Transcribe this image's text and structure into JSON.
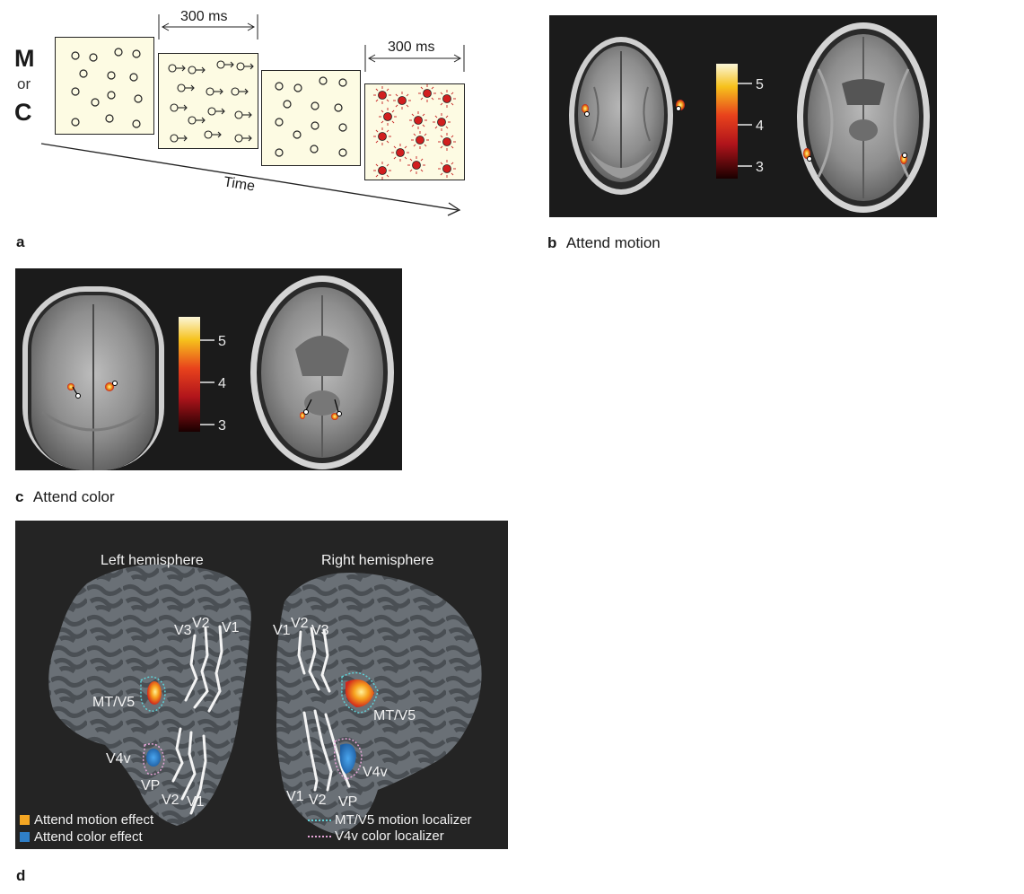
{
  "panel_a": {
    "letter": "a",
    "cond_m": "M",
    "cond_or": "or",
    "cond_c": "C",
    "interval1": "300 ms",
    "interval2": "300 ms",
    "time_label": "Time"
  },
  "panel_b": {
    "letter": "b",
    "caption": "Attend motion",
    "colorbar_ticks": [
      "5",
      "4",
      "3"
    ]
  },
  "panel_c": {
    "letter": "c",
    "caption": "Attend color",
    "colorbar_ticks": [
      "5",
      "4",
      "3"
    ]
  },
  "panel_d": {
    "letter": "d",
    "left_title": "Left hemisphere",
    "right_title": "Right hemisphere",
    "areas_left": {
      "v1": "V1",
      "v2": "V2",
      "v3": "V3",
      "mt": "MT/V5",
      "v4v": "V4v",
      "vp": "VP",
      "v2b": "V2",
      "v1b": "V1"
    },
    "areas_right": {
      "v1": "V1",
      "v2": "V2",
      "v3": "V3",
      "mt": "MT/V5",
      "v4v": "V4v",
      "vp": "VP",
      "v2b": "V2",
      "v1b": "V1"
    },
    "legend": {
      "motion_effect": "Attend motion effect",
      "color_effect": "Attend color effect",
      "motion_localizer": "MT/V5 motion localizer",
      "color_localizer": "V4v color localizer"
    },
    "colors": {
      "motion_effect": "#f4a623",
      "color_effect": "#2f7fc8",
      "motion_localizer": "#5fd0d6",
      "color_localizer": "#e6a6d8"
    }
  }
}
